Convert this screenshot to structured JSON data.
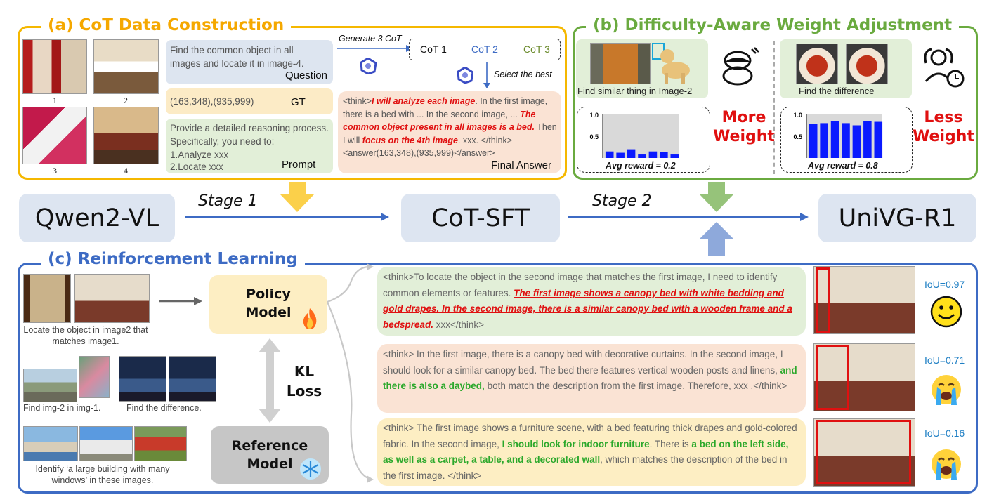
{
  "panel_a": {
    "title": "(a) CoT Data Construction",
    "image_captions": [
      "1",
      "2",
      "3",
      "4"
    ],
    "question_text": "Find the common object in all images and locate it in image-4.",
    "question_label": "Question",
    "gt_text": "(163,348),(935,999)",
    "gt_label": "GT",
    "prompt_text_1": "Provide a detailed reasoning process. Specifically, you need to:",
    "prompt_text_2": "1.Analyze xxx",
    "prompt_text_3": "2.Locate  xxx",
    "prompt_label": "Prompt",
    "generate_label": "Generate 3 CoT",
    "cot_options": [
      "CoT 1",
      "CoT 2",
      "CoT 3"
    ],
    "select_label": "Select the best",
    "answer_p1": "<think>",
    "answer_red1": "I will analyze each image",
    "answer_p2": ". In the first image, there is a bed with ... In the second image, ... ",
    "answer_red2": "The common object present in all images is a bed.",
    "answer_p3": " Then I will ",
    "answer_red3": "focus on the 4th image",
    "answer_p4": ". xxx. </think>",
    "answer_p5": "<answer(163,348),(935,999)</answer>",
    "answer_label": "Final Answer"
  },
  "panel_b": {
    "title": "(b) Difficulty-Aware Weight Adjustment",
    "left_caption": "Find similar thing in Image-2",
    "right_caption": "Find the difference",
    "more_weight_1": "More",
    "more_weight_2": "Weight",
    "less_weight_1": "Less",
    "less_weight_2": "Weight"
  },
  "chart_data": [
    {
      "type": "bar",
      "yticks": [
        "1.0",
        "0.5"
      ],
      "ylim": [
        0,
        1.0
      ],
      "values": [
        0.15,
        0.12,
        0.2,
        0.08,
        0.15,
        0.13,
        0.08
      ],
      "bar_color": "#0a1aff",
      "annotation": "Avg reward = 0.2"
    },
    {
      "type": "bar",
      "yticks": [
        "1.0",
        "0.5"
      ],
      "ylim": [
        0,
        1.0
      ],
      "values": [
        0.78,
        0.8,
        0.84,
        0.8,
        0.75,
        0.85,
        0.83
      ],
      "bar_color": "#0a1aff",
      "annotation": "Avg reward = 0.8"
    }
  ],
  "pipeline": {
    "stages": [
      "Qwen2-VL",
      "CoT-SFT",
      "UniVG-R1"
    ],
    "stage1_label": "Stage 1",
    "stage2_label": "Stage 2"
  },
  "panel_c": {
    "title": "(c) Reinforcement Learning",
    "task1_caption": "Locate the object in image2 that matches image1.",
    "task2_caption": "Find img-2 in img-1.",
    "task3_caption": "Find the difference.",
    "task4_caption": "Identify ‘a large building with many windows’ in these images.",
    "policy_model_1": "Policy",
    "policy_model_2": "Model",
    "kl_loss_1": "KL",
    "kl_loss_2": "Loss",
    "reference_model_1": "Reference",
    "reference_model_2": "Model",
    "resp1_p1": "<think>To locate the object in the second image that matches the first image, I need to identify common elements or features. ",
    "resp1_red": "The first image shows a canopy bed with white bedding and gold drapes. In the second image, there is a similar canopy bed with a wooden frame and a bedspread.",
    "resp1_p2": "  xxx</think>",
    "resp2_p1": "<think> In the first image, there is a canopy bed with decorative curtains. In the second image, I should look for a similar canopy bed. The bed there features vertical wooden posts and linens, ",
    "resp2_green": "and there is also a daybed,",
    "resp2_p2": " both match the description from the first image. Therefore, xxx .</think>",
    "resp3_p1": "<think> The first image shows a furniture scene, with a bed featuring thick drapes and gold-colored fabric. In the second image, ",
    "resp3_green1": "I should look for indoor furniture",
    "resp3_p2": ". There is ",
    "resp3_green2": "a bed on the left side, as well as a carpet, a table, and a decorated wall",
    "resp3_p3": ", which matches the description of the bed in the first image. </think>",
    "iou": [
      "IoU=0.97",
      "IoU=0.71",
      "IoU=0.16"
    ]
  },
  "colors": {
    "panel_a_border": "#f5b800",
    "panel_a_title": "#f5a800",
    "panel_b_border": "#6aaa3f",
    "panel_b_title": "#6aaa3f",
    "panel_c_border": "#3d6bc4",
    "panel_c_title": "#3d6bc4",
    "weight_red": "#e01010"
  }
}
